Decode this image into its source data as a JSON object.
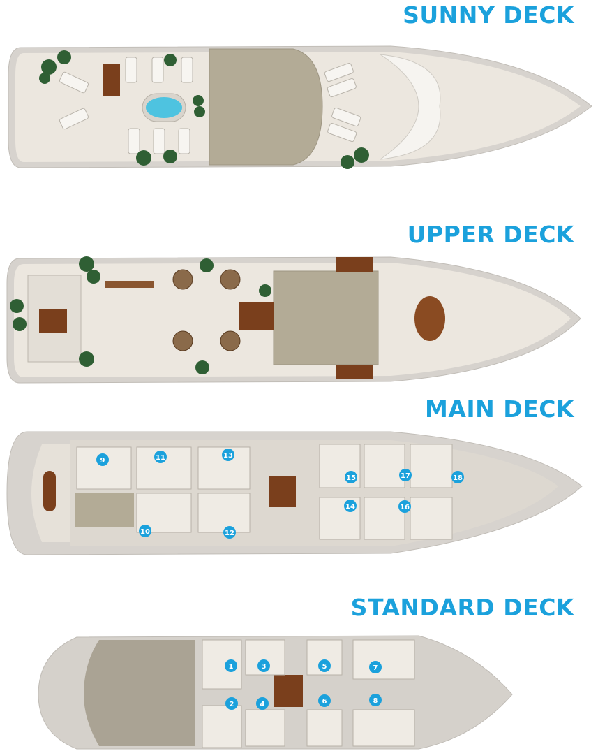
{
  "decks": {
    "sunny": {
      "title": "SUNNY DECK"
    },
    "upper": {
      "title": "UPPER DECK"
    },
    "main": {
      "title": "MAIN DECK",
      "cabins": [
        "9",
        "10",
        "11",
        "12",
        "13",
        "14",
        "15",
        "16",
        "17",
        "18"
      ]
    },
    "standard": {
      "title": "STANDARD DECK",
      "cabins": [
        "1",
        "2",
        "3",
        "4",
        "5",
        "6",
        "7",
        "8"
      ]
    }
  },
  "colors": {
    "title": "#1ba1dc",
    "badge": "#1ba1dc",
    "deck": "#ebe6de",
    "hull": "#d3d0cb",
    "lounge": "#b3ab96",
    "wood": "#7a3f1c",
    "plant": "#2f5f34"
  }
}
